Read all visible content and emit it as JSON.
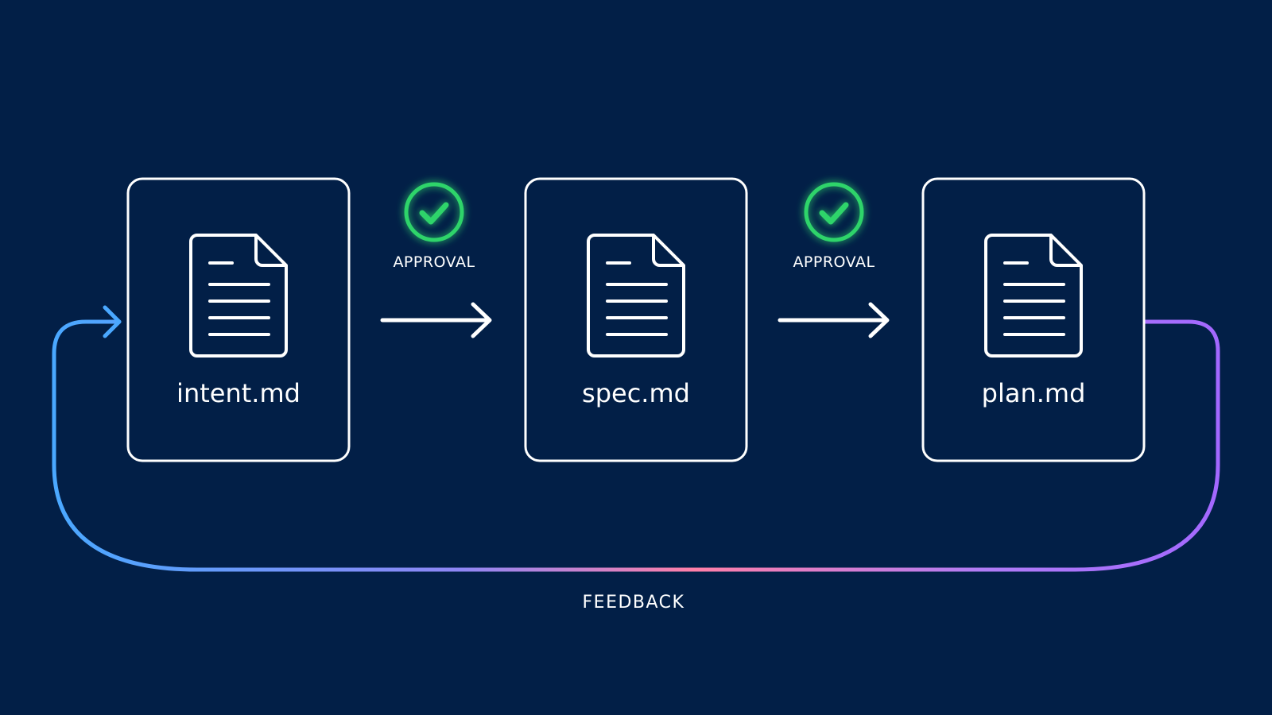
{
  "colors": {
    "background": "#021f47",
    "stroke": "#ffffff",
    "approval_green": "#2fd46a",
    "feedback_gradient": [
      "#4aa8ff",
      "#8b7bff",
      "#ff7aa8",
      "#9b6bff",
      "#a368ff"
    ]
  },
  "nodes": [
    {
      "label": "intent.md",
      "icon": "document-icon"
    },
    {
      "label": "spec.md",
      "icon": "document-icon"
    },
    {
      "label": "plan.md",
      "icon": "document-icon"
    }
  ],
  "approvals": [
    {
      "label": "APPROVAL",
      "icon": "check-circle-icon"
    },
    {
      "label": "APPROVAL",
      "icon": "check-circle-icon"
    }
  ],
  "feedback": {
    "label": "FEEDBACK"
  }
}
